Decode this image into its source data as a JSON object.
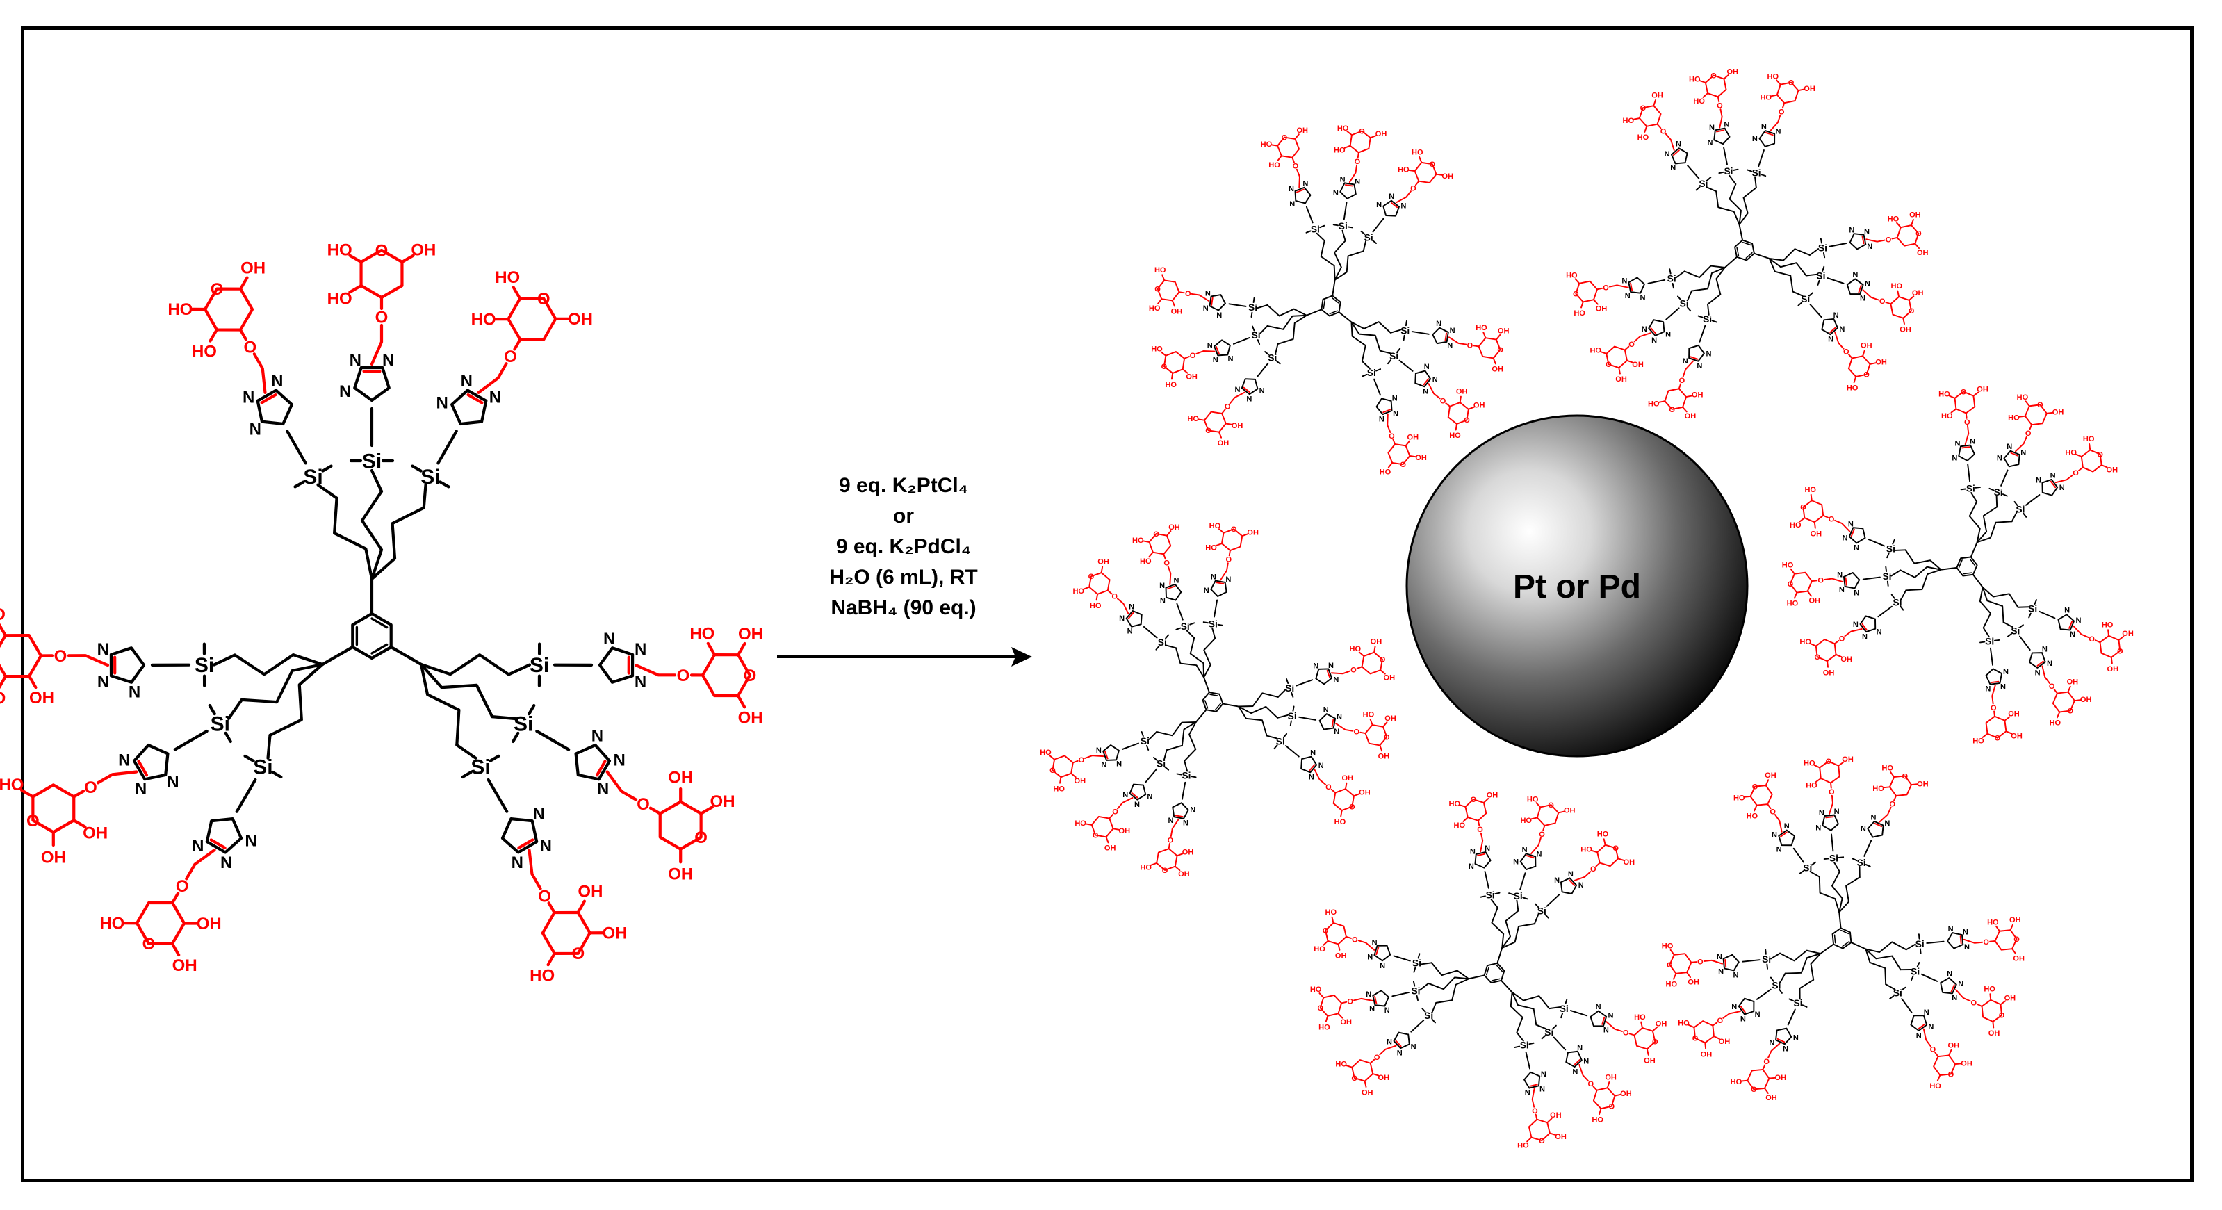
{
  "colors": {
    "scaffold": "#000000",
    "sugar": "#ff0000",
    "frame": "#000000"
  },
  "atoms": {
    "silicon": "Si",
    "hydroxyl": "OH",
    "hydroxyl_left": "HO",
    "nitrogen": "N",
    "oxygen": "O"
  },
  "reaction": {
    "line1": "9 eq. K₂PtCl₄",
    "line2": "or",
    "line3": "9 eq. K₂PdCl₄",
    "line4": "H₂O (6 mL), RT",
    "line5": "NaBH₄ (90 eq.)"
  },
  "nanoparticle": {
    "label": "Pt or Pd"
  }
}
